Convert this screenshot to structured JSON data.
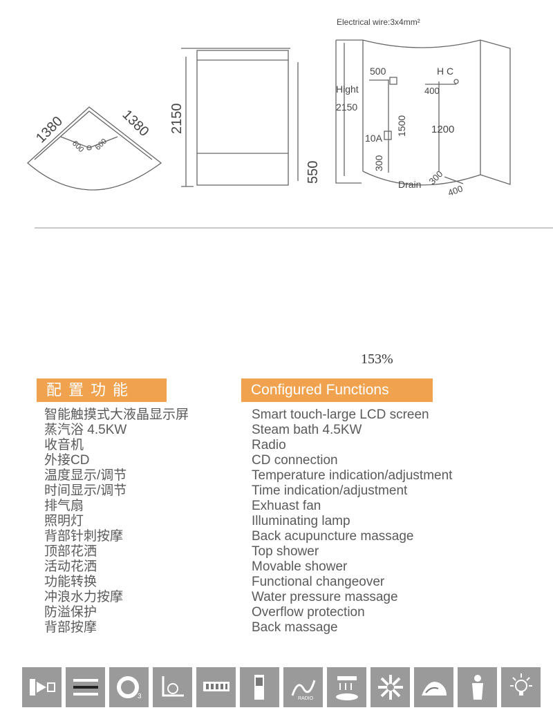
{
  "drawing": {
    "electrical_wire": "Electrical wire:3x4mm²",
    "plan_dim_left": "1380",
    "plan_dim_right": "1380",
    "plan_inner_left": "600",
    "plan_inner_right": "600",
    "front_height": "2150",
    "front_base": "550",
    "side_label_height_word": "Hight",
    "side_label_height_value": "2150",
    "side_500": "500",
    "side_hc": "H C",
    "side_400_top": "400",
    "side_1500": "1500",
    "side_1200": "1200",
    "side_10a": "10A",
    "side_300_left": "300",
    "side_drain": "Drain",
    "side_300_bottom": "300",
    "side_400_bottom": "400"
  },
  "zoom_level": "153%",
  "functions": {
    "header_cn": "配置功能",
    "header_en": "Configured Functions",
    "items_cn": [
      "智能触摸式大液晶显示屏",
      "蒸汽浴 4.5KW",
      "收音机",
      "外接CD",
      "温度显示/调节",
      "时间显示/调节",
      "排气扇",
      "照明灯",
      "背部针刺按摩",
      "顶部花洒",
      "活动花洒",
      "功能转换",
      "冲浪水力按摩",
      "防溢保护",
      "背部按摩"
    ],
    "items_en": [
      "Smart  touch-large LCD screen",
      "Steam bath 4.5KW",
      "Radio",
      "CD connection",
      "Temperature indication/adjustment",
      "Time indication/adjustment",
      "Exhuast fan",
      "Illuminating lamp",
      "Back acupuncture massage",
      "Top shower",
      "Movable shower",
      "Functional changeover",
      "Water pressure massage",
      "Overflow protection",
      "Back massage"
    ]
  },
  "icons": [
    "lcd-screen-icon",
    "steam-icon",
    "ozone-icon",
    "massage-chair-icon",
    "control-panel-icon",
    "phone-icon",
    "radio-icon",
    "shower-icon",
    "fan-icon",
    "water-massage-icon",
    "person-icon",
    "lamp-icon"
  ],
  "icon_tile_color": "#9a9a9a",
  "header_color": "#f0a24f"
}
